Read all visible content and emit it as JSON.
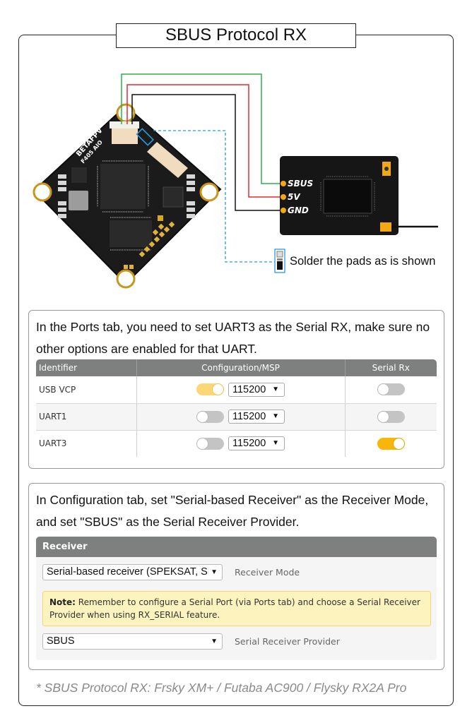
{
  "title": "SBUS Protocol RX",
  "diagram": {
    "board_brand": "BETAFPV",
    "board_model": "F405 AIO",
    "receiver_pins": [
      "SBUS",
      "5V",
      "GND"
    ],
    "wire_colors": {
      "sbus": "#2bb24c",
      "v5": "#e8282b",
      "gnd": "#111111",
      "pad_link": "#2a9be0"
    },
    "solder_note": "Solder the pads as is shown"
  },
  "ports_panel": {
    "instruction": "In the Ports tab, you need to set UART3 as the Serial RX, make sure no other options are enabled for that UART.",
    "columns": [
      "Identifier",
      "Configuration/MSP",
      "Serial Rx"
    ],
    "rows": [
      {
        "identifier": "USB VCP",
        "msp_enabled": true,
        "baud": "115200",
        "serial_rx": false
      },
      {
        "identifier": "UART1",
        "msp_enabled": false,
        "baud": "115200",
        "serial_rx": false
      },
      {
        "identifier": "UART3",
        "msp_enabled": false,
        "baud": "115200",
        "serial_rx": true
      }
    ]
  },
  "config_panel": {
    "instruction": "In Configuration tab, set \"Serial-based Receiver\" as the Receiver Mode, and set \"SBUS\" as the Serial Receiver Provider.",
    "section_title": "Receiver",
    "receiver_mode_value": "Serial-based receiver (SPEKSAT, SBUS, SUMD)",
    "receiver_mode_label": "Receiver Mode",
    "note_bold": "Note:",
    "note_text": " Remember to configure a Serial Port (via Ports tab) and choose a Serial Receiver Provider when using RX_SERIAL feature.",
    "provider_value": "SBUS",
    "provider_label": "Serial Receiver Provider"
  },
  "footnote": "* SBUS Protocol RX: Frsky XM+ / Futaba AC900 / Flysky RX2A Pro"
}
